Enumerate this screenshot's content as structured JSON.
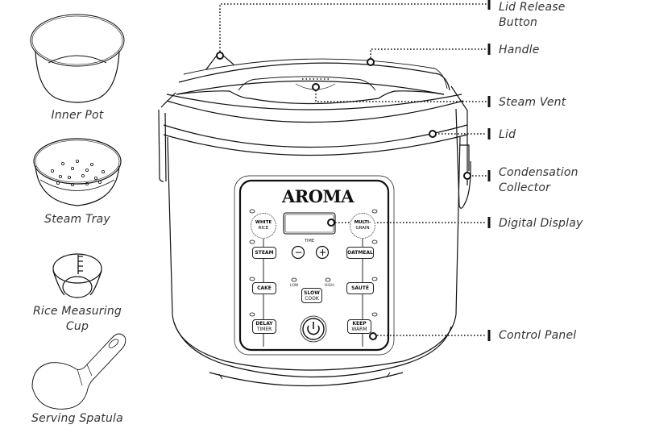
{
  "accessories": [
    {
      "id": "inner-pot",
      "label": "Inner Pot"
    },
    {
      "id": "steam-tray",
      "label": "Steam Tray"
    },
    {
      "id": "rice-measuring-cup",
      "label_line1": "Rice Measuring",
      "label_line2": "Cup"
    },
    {
      "id": "serving-spatula",
      "label": "Serving Spatula"
    }
  ],
  "callouts": [
    {
      "id": "lid-release-button",
      "line1": "Lid Release",
      "line2": "Button"
    },
    {
      "id": "handle",
      "line1": "Handle"
    },
    {
      "id": "steam-vent",
      "line1": "Steam Vent"
    },
    {
      "id": "lid",
      "line1": "Lid"
    },
    {
      "id": "condensation-collector",
      "line1": "Condensation",
      "line2": "Collector"
    },
    {
      "id": "digital-display",
      "line1": "Digital Display"
    },
    {
      "id": "control-panel",
      "line1": "Control Panel"
    }
  ],
  "panel": {
    "brand": "AROMA",
    "time_label": "TIME",
    "minus": "−",
    "plus": "+",
    "low": "LOW",
    "high": "HIGH",
    "buttons": {
      "white_rice": [
        "WHITE",
        "RICE"
      ],
      "multi_grain": [
        "MULTI-",
        "GRAIN"
      ],
      "steam": "STEAM",
      "oatmeal": "OATMEAL",
      "cake": "CAKE",
      "saute": "SAUTÉ",
      "slow_cook": [
        "SLOW",
        "COOK"
      ],
      "delay_timer": [
        "DELAY",
        "TIMER"
      ],
      "keep_warm": [
        "KEEP",
        "WARM"
      ],
      "power": "⏻"
    }
  },
  "colors": {
    "line": "#111111",
    "label": "#333333",
    "background": "#ffffff"
  }
}
